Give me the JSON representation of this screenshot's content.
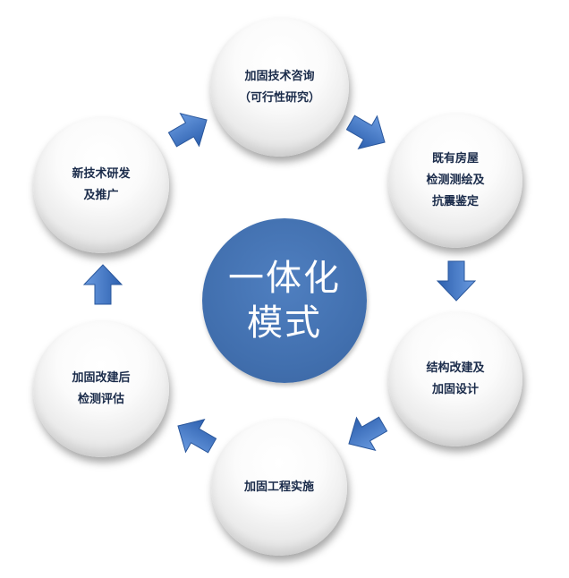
{
  "center": {
    "line1": "一体化",
    "line2": "模式"
  },
  "nodes": {
    "consulting": {
      "line1": "加固技术咨询",
      "line2": "（可行性研究）"
    },
    "inspection": {
      "line1": "既有房屋",
      "line2": "检测测绘及",
      "line3": "抗震鉴定"
    },
    "design": {
      "line1": "结构改建及",
      "line2": "加固设计"
    },
    "construction": {
      "line1": "加固工程实施"
    },
    "evaluation": {
      "line1": "加固改建后",
      "line2": "检测评估"
    },
    "research": {
      "line1": "新技术研发",
      "line2": "及推广"
    }
  },
  "colors": {
    "center_fill": "#416fae",
    "arrow_fill": "#3f73c4",
    "node_text": "#1a2b4a"
  }
}
